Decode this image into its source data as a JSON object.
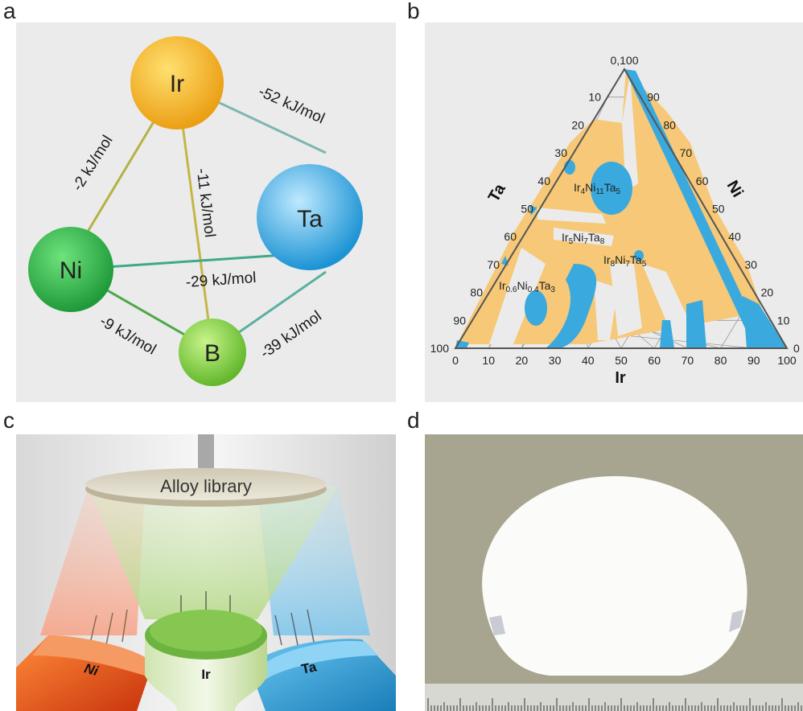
{
  "panels": {
    "a": {
      "letter": "a",
      "nodes": {
        "ir": "Ir",
        "ta": "Ta",
        "ni": "Ni",
        "b": "B"
      },
      "bonds": {
        "ir_ta": "-52 kJ/mol",
        "ir_ni": "-2 kJ/mol",
        "ir_b": "-11 kJ/mol",
        "ni_ta": "-29 kJ/mol",
        "ni_b": "-9 kJ/mol",
        "b_ta": "-39 kJ/mol"
      }
    },
    "b": {
      "letter": "b",
      "axes": {
        "left": "Ta",
        "right": "Ni",
        "bottom": "Ir"
      },
      "top_label": "0,100",
      "bottom_ticks": [
        "0",
        "10",
        "20",
        "30",
        "40",
        "50",
        "60",
        "70",
        "80",
        "90",
        "100"
      ],
      "left_ticks": [
        "10",
        "20",
        "30",
        "40",
        "50",
        "60",
        "70",
        "80",
        "90",
        "100"
      ],
      "right_ticks": [
        "90",
        "80",
        "70",
        "60",
        "50",
        "40",
        "30",
        "20",
        "10",
        "0"
      ],
      "phases": {
        "p1": {
          "base": "Ir",
          "n1": "4",
          "el2": "Ni",
          "n2": "11",
          "el3": "Ta",
          "n3": "5"
        },
        "p2": {
          "base": "Ir",
          "n1": "5",
          "el2": "Ni",
          "n2": "7",
          "el3": "Ta",
          "n3": "8"
        },
        "p3": {
          "base": "Ir",
          "n1": "8",
          "el2": "Ni",
          "n2": "7",
          "el3": "Ta",
          "n3": "5"
        },
        "p4": {
          "base": "Ir",
          "n1": "0.6",
          "el2": "Ni",
          "n2": "0.4",
          "el3": "Ta",
          "n3": "3"
        }
      }
    },
    "c": {
      "letter": "c",
      "substrate_label": "Alloy library",
      "targets": {
        "ni": "Ni",
        "ir": "Ir",
        "ta": "Ta"
      }
    },
    "d": {
      "letter": "d"
    }
  },
  "colors": {
    "ir": "#f0a81e",
    "ta": "#2aa7e0",
    "ni": "#2ea84a",
    "b": "#7ac943",
    "phase_orange": "#f6c877",
    "phase_blue": "#3aa9dd"
  }
}
